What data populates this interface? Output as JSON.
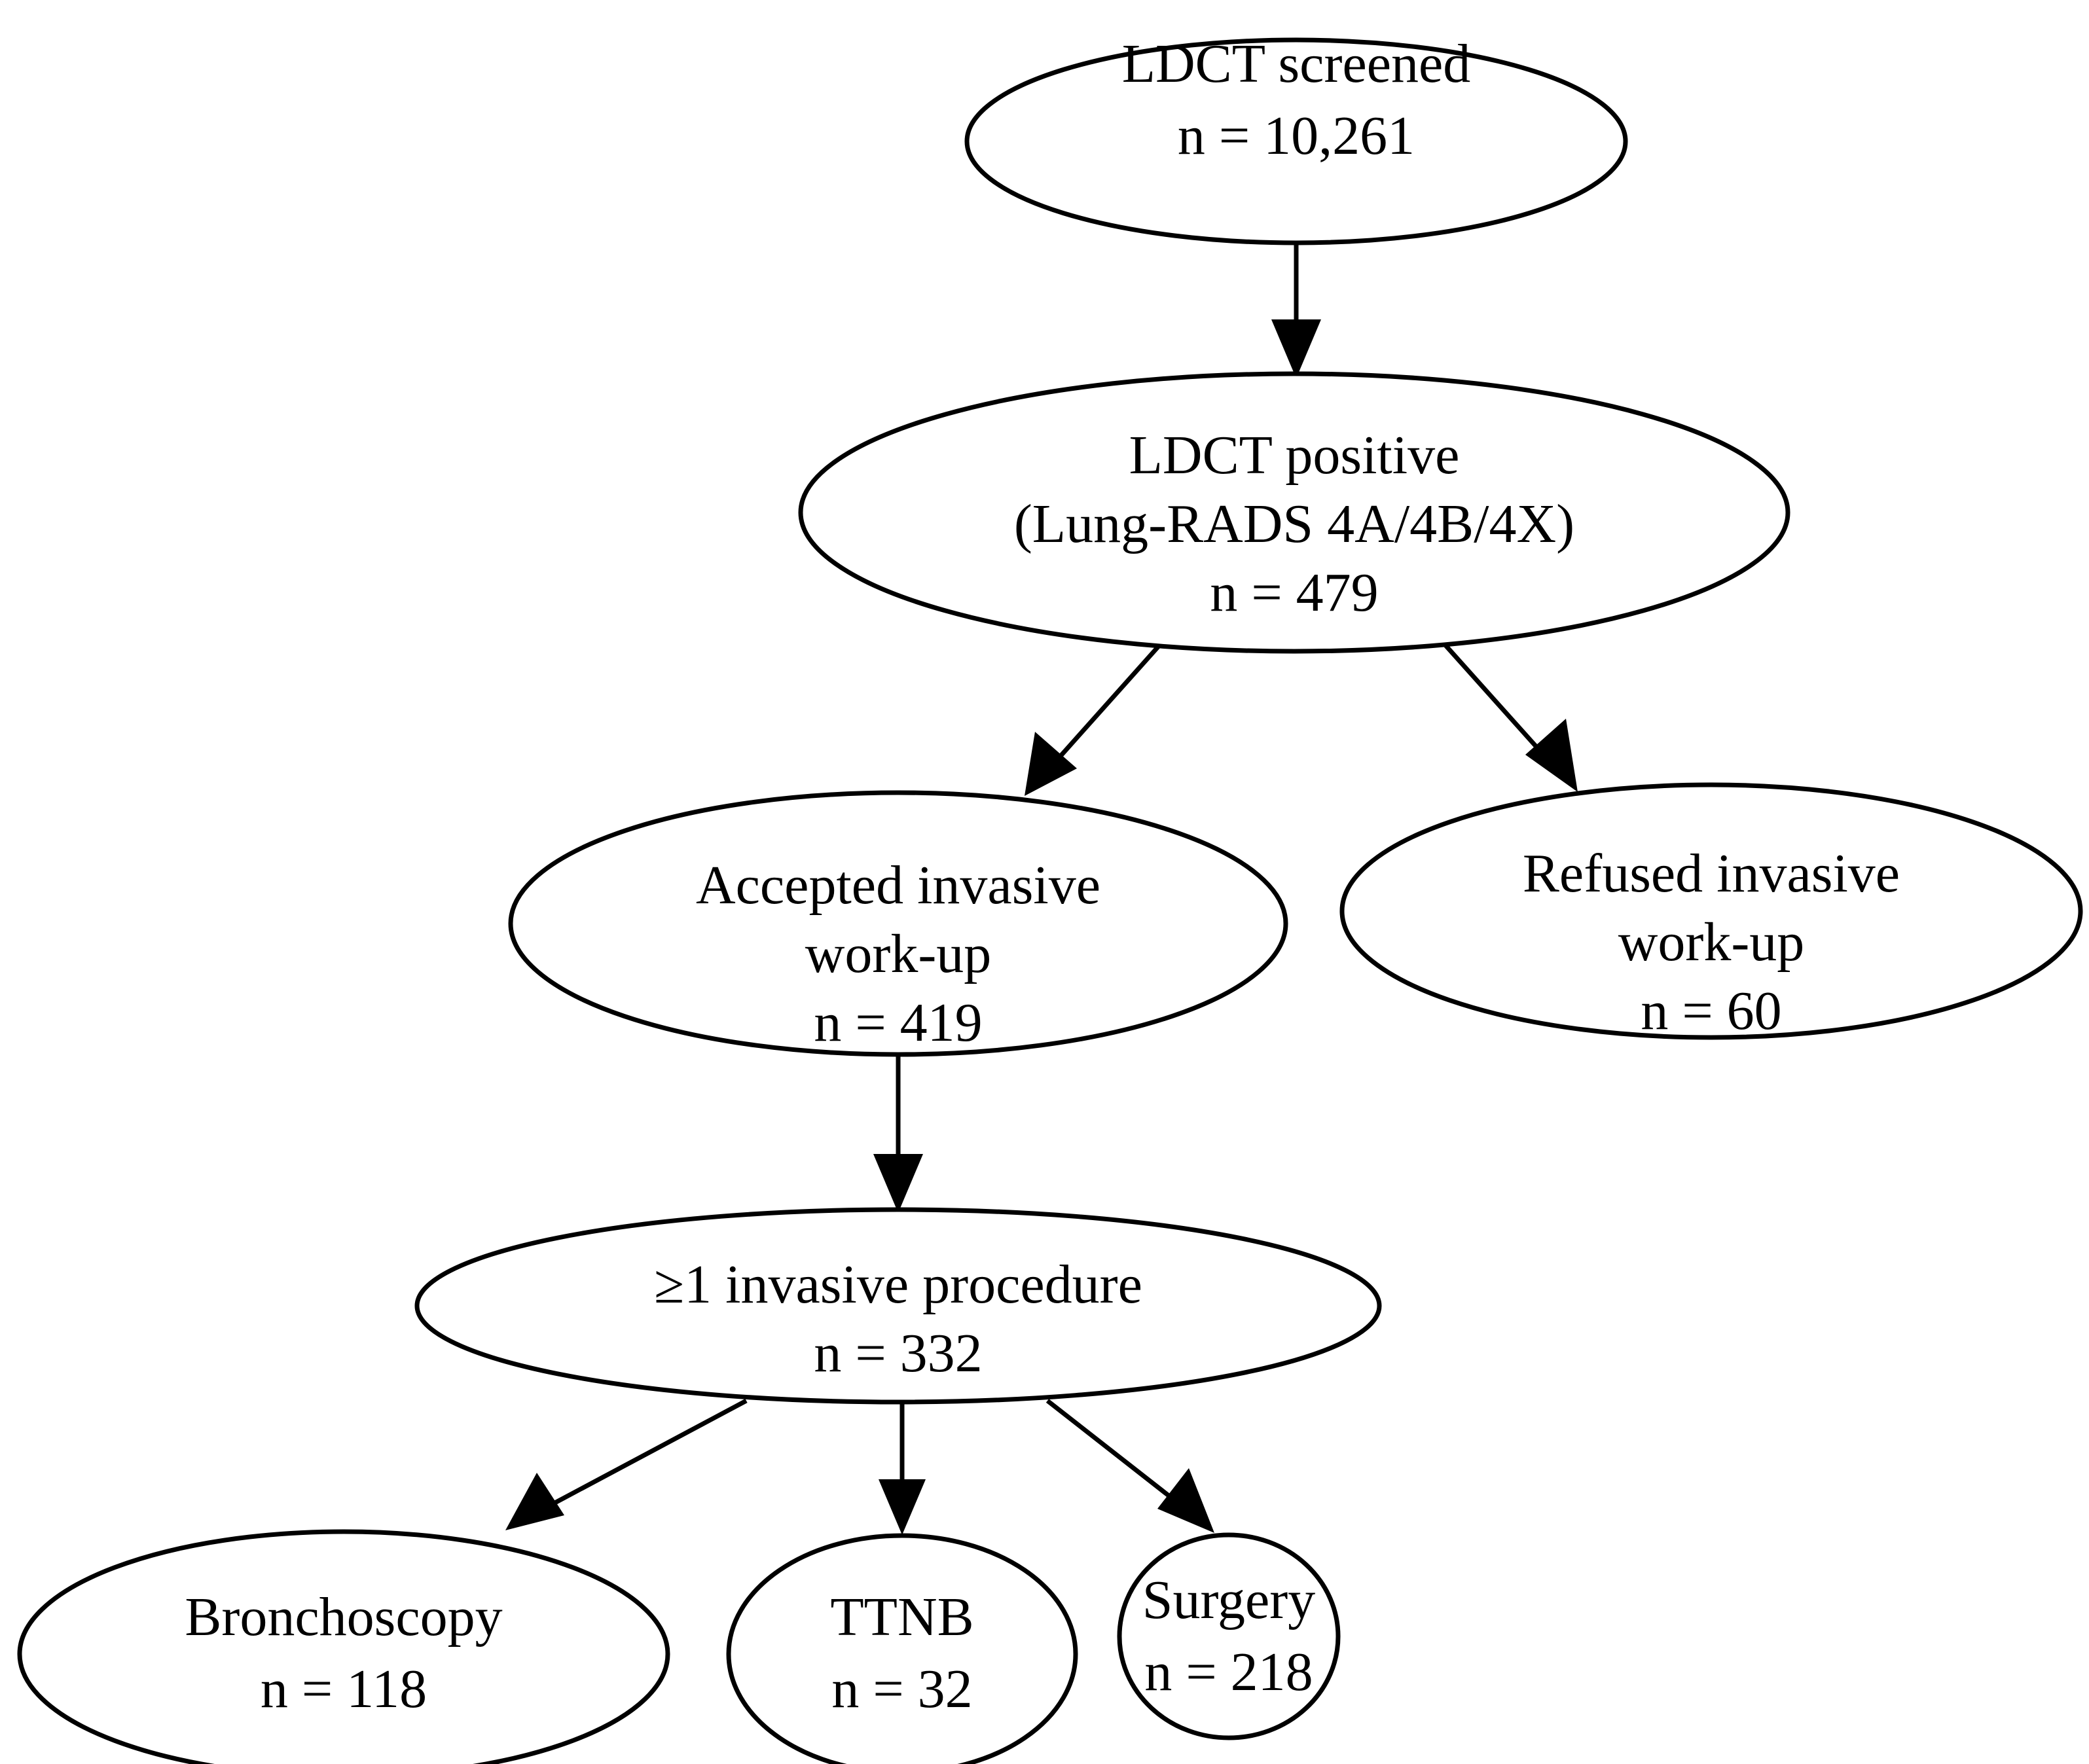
{
  "diagram": {
    "type": "flowchart",
    "orientation": "top-to-bottom",
    "shape": "ellipse",
    "background_color": "#ffffff",
    "stroke_color": "#000000",
    "text_color": "#000000",
    "nodes": [
      {
        "id": "ldct-screened",
        "lines": [
          "LDCT screened",
          "n = 10,261"
        ],
        "count_label": "n = 10,261",
        "count": 10261
      },
      {
        "id": "ldct-positive",
        "lines": [
          "LDCT positive",
          "(Lung-RADS 4A/4B/4X)",
          "n = 479"
        ],
        "count_label": "n = 479",
        "count": 479
      },
      {
        "id": "accepted-invasive-workup",
        "lines": [
          "Accepted invasive",
          "work-up",
          "n = 419"
        ],
        "count_label": "n = 419",
        "count": 419
      },
      {
        "id": "refused-invasive-workup",
        "lines": [
          "Refused invasive",
          "work-up",
          "n = 60"
        ],
        "count_label": "n = 60",
        "count": 60
      },
      {
        "id": "at-least-one-invasive-procedure",
        "lines": [
          "≥1 invasive procedure",
          "n = 332"
        ],
        "count_label": "n = 332",
        "count": 332
      },
      {
        "id": "bronchoscopy",
        "lines": [
          "Bronchoscopy",
          "n = 118"
        ],
        "count_label": "n = 118",
        "count": 118
      },
      {
        "id": "ttnb",
        "lines": [
          "TTNB",
          "n = 32"
        ],
        "count_label": "n = 32",
        "count": 32
      },
      {
        "id": "surgery",
        "lines": [
          "Surgery",
          "n = 218"
        ],
        "count_label": "n = 218",
        "count": 218
      }
    ],
    "edges": [
      {
        "from": "ldct-screened",
        "to": "ldct-positive"
      },
      {
        "from": "ldct-positive",
        "to": "accepted-invasive-workup"
      },
      {
        "from": "ldct-positive",
        "to": "refused-invasive-workup"
      },
      {
        "from": "accepted-invasive-workup",
        "to": "at-least-one-invasive-procedure"
      },
      {
        "from": "at-least-one-invasive-procedure",
        "to": "bronchoscopy"
      },
      {
        "from": "at-least-one-invasive-procedure",
        "to": "ttnb"
      },
      {
        "from": "at-least-one-invasive-procedure",
        "to": "surgery"
      }
    ]
  },
  "labels": {
    "n1_l1": "LDCT screened",
    "n1_l2": "n = 10,261",
    "n2_l1": "LDCT positive",
    "n2_l2": "(Lung-RADS 4A/4B/4X)",
    "n2_l3": "n = 479",
    "n3_l1": "Accepted invasive",
    "n3_l2": "work-up",
    "n3_l3": "n = 419",
    "n4_l1": "Refused invasive",
    "n4_l2": "work-up",
    "n4_l3": "n = 60",
    "n5_l1": "≥1 invasive procedure",
    "n5_l2": "n = 332",
    "n6_l1": "Bronchoscopy",
    "n6_l2": "n = 118",
    "n7_l1": "TTNB",
    "n7_l2": "n = 32",
    "n8_l1": "Surgery",
    "n8_l2": "n = 218"
  }
}
